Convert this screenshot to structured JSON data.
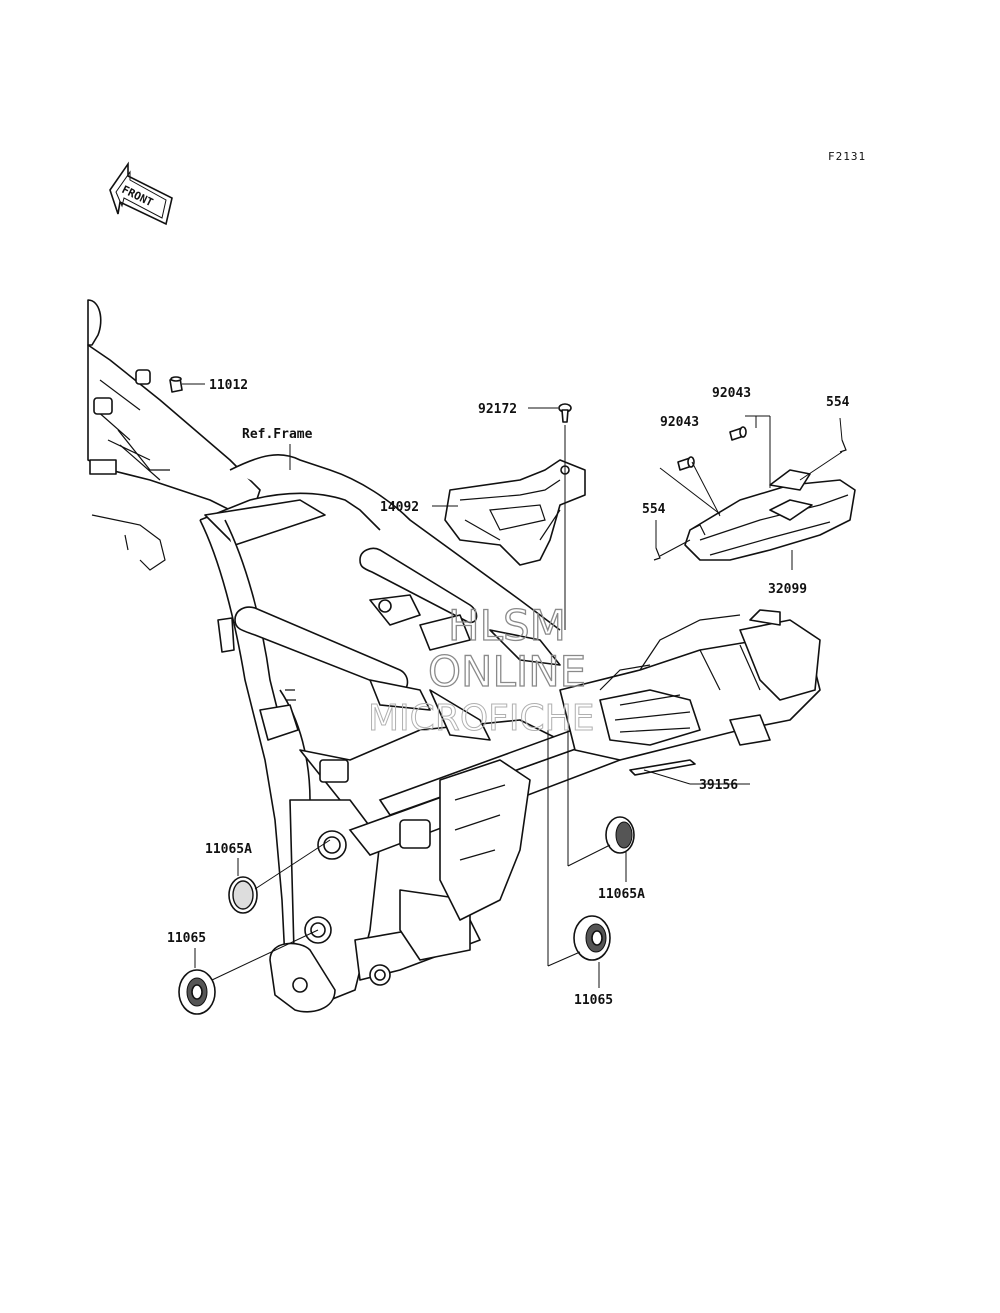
{
  "diagram_code": "F2131",
  "front_arrow": {
    "text": "FRONT",
    "icon": "front-direction-arrow-icon"
  },
  "reference_label": "Ref.Frame",
  "part_labels": {
    "p11012": "11012",
    "p92172": "92172",
    "p14092": "14092",
    "p92043_top": "92043",
    "p92043_left": "92043",
    "p554_top": "554",
    "p554_left": "554",
    "p32099": "32099",
    "p39156": "39156",
    "p11065A_left": "11065A",
    "p11065_left": "11065",
    "p11065A_right": "11065A",
    "p11065_right": "11065"
  },
  "watermark": {
    "line1": "HLSM",
    "line2": "ONLINE",
    "line3": "MICROFICHE"
  }
}
